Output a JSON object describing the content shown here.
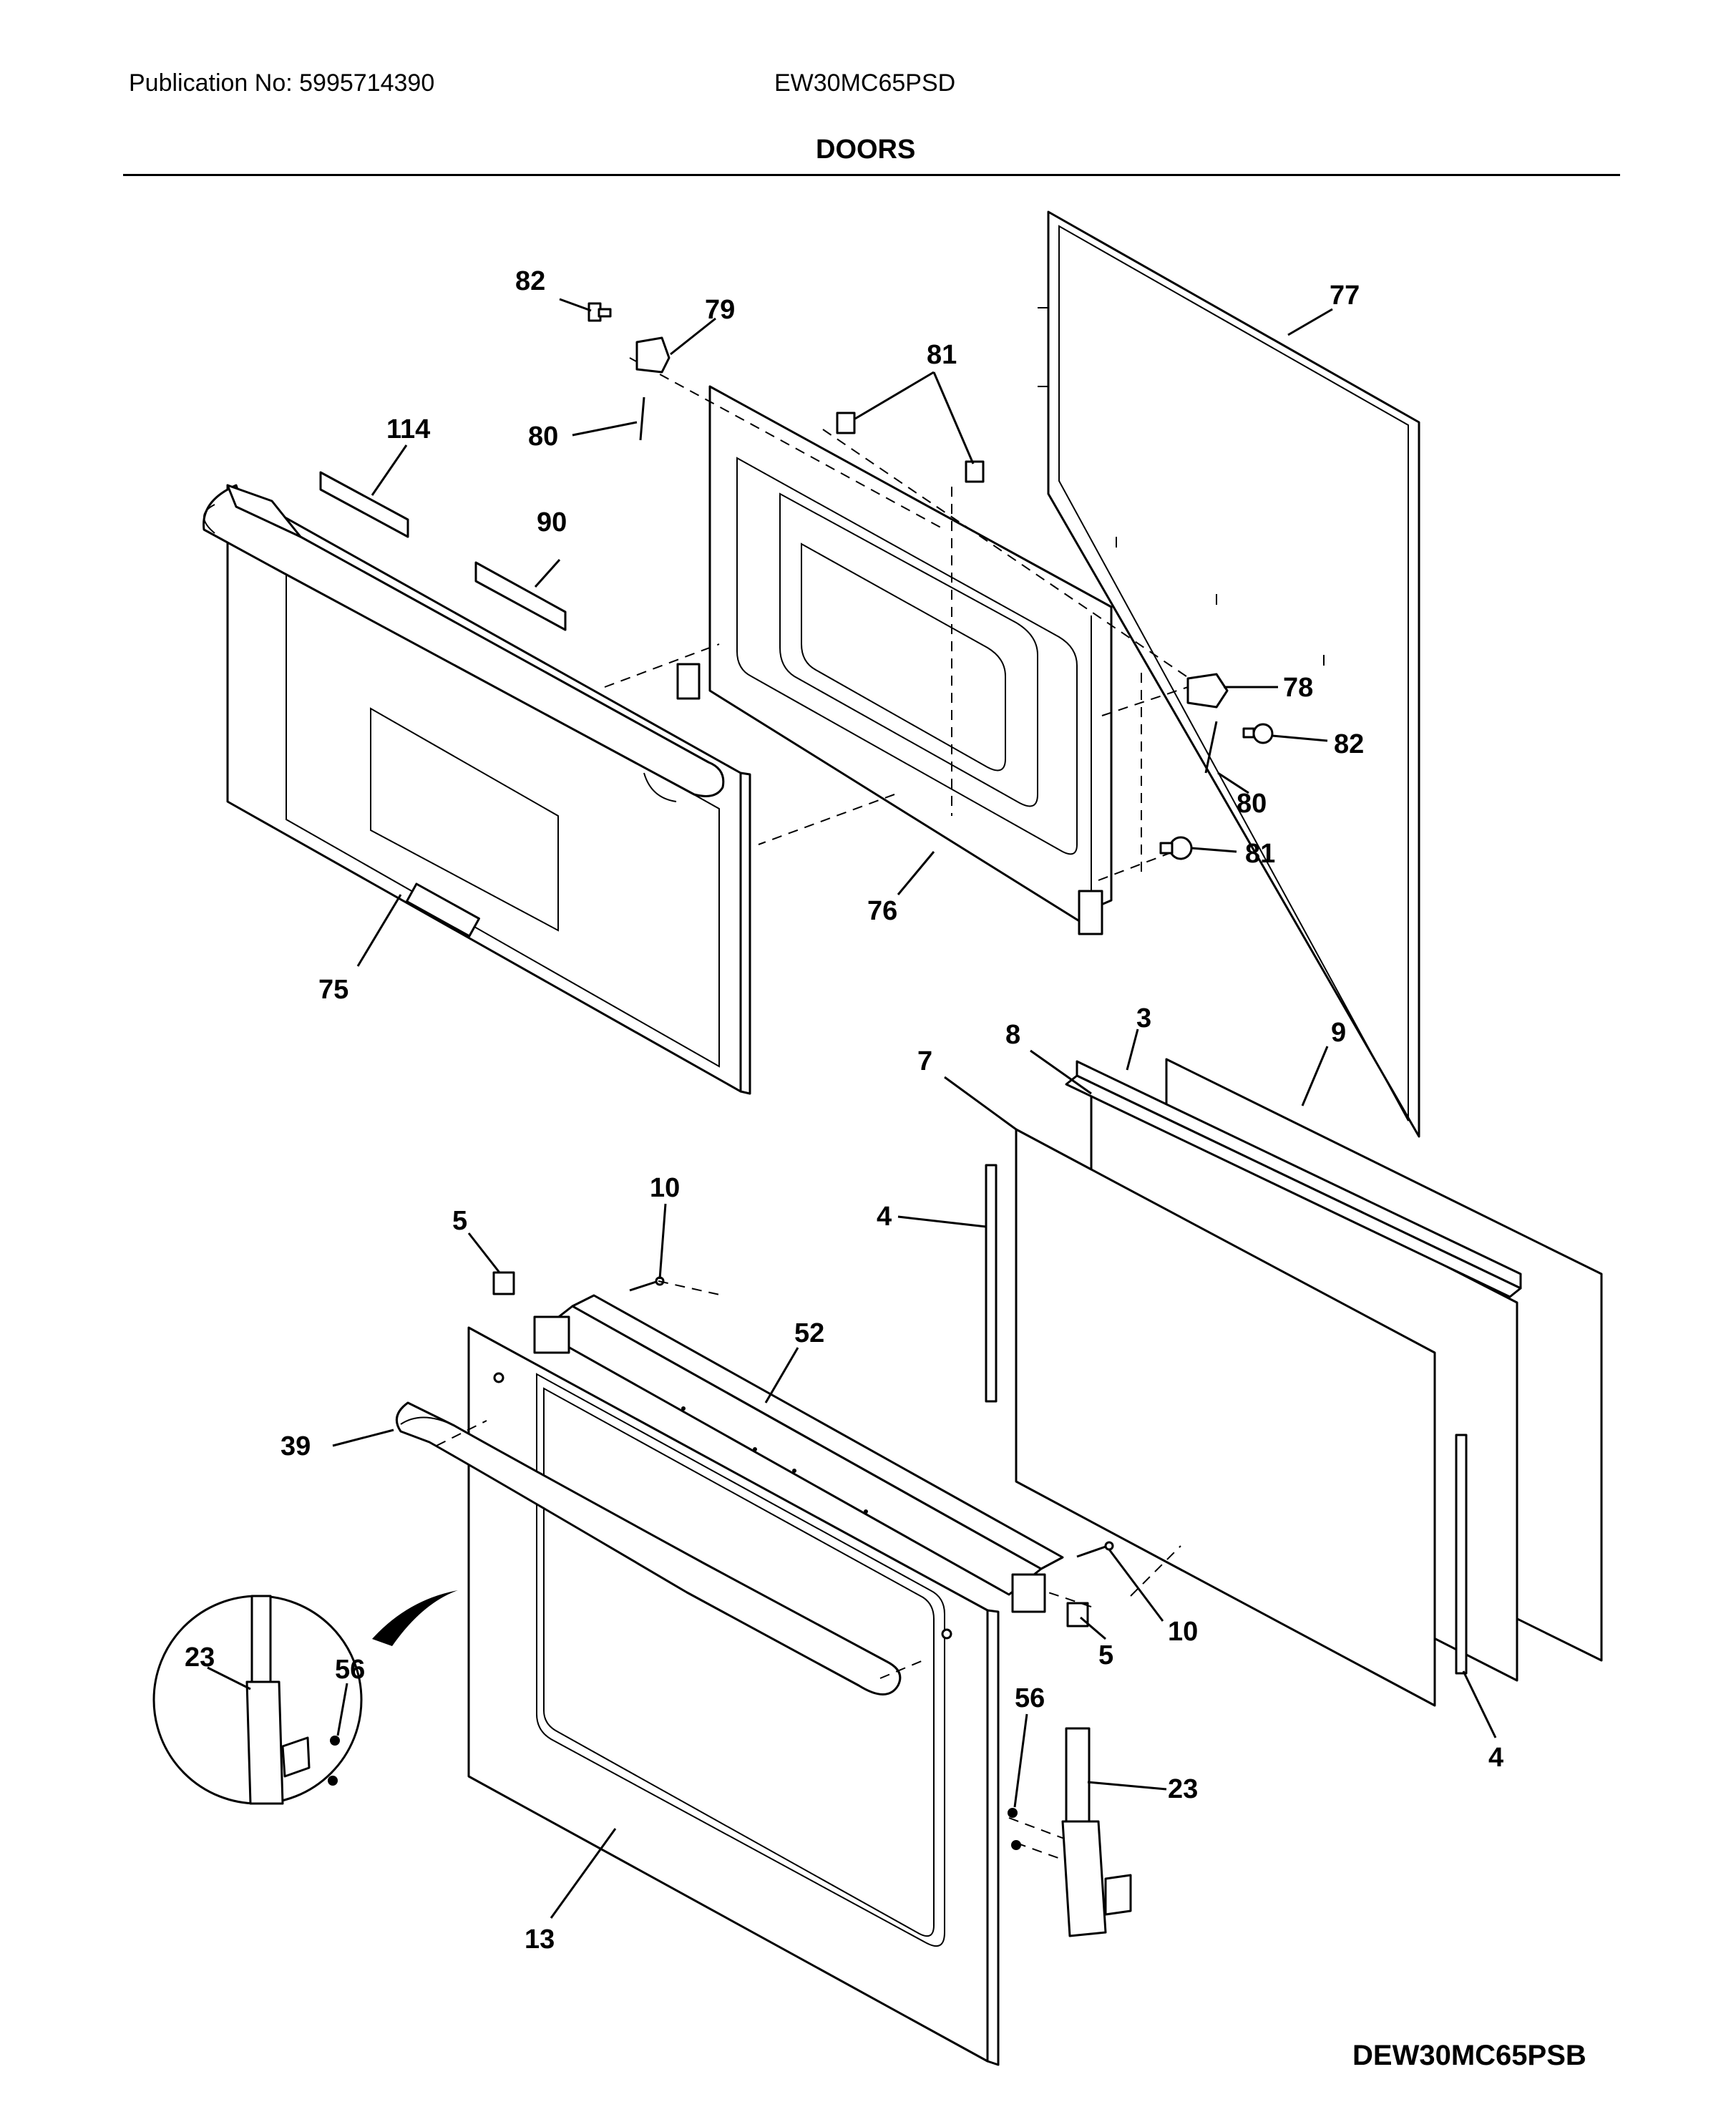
{
  "header": {
    "publication": "Publication No: 5995714390",
    "model": "EW30MC65PSD",
    "section": "DOORS"
  },
  "footer": {
    "diagram_code": "DEW30MC65PSB"
  },
  "callouts": {
    "c82a": "82",
    "c79": "79",
    "c81a": "81",
    "c77": "77",
    "c114": "114",
    "c80a": "80",
    "c90": "90",
    "c78": "78",
    "c82b": "82",
    "c80b": "80",
    "c81b": "81",
    "c76": "76",
    "c75": "75",
    "c3": "3",
    "c8": "8",
    "c7": "7",
    "c9": "9",
    "c10a": "10",
    "c5a": "5",
    "c4a": "4",
    "c52": "52",
    "c39": "39",
    "c10b": "10",
    "c5b": "5",
    "c23a": "23",
    "c56a": "56",
    "c56b": "56",
    "c4b": "4",
    "c23b": "23",
    "c13": "13"
  }
}
